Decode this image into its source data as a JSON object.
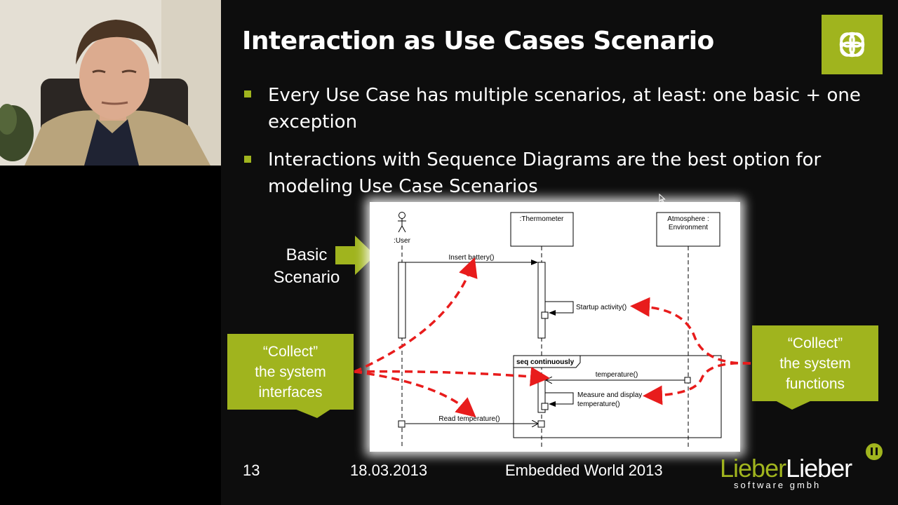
{
  "slide": {
    "title": "Interaction as Use Cases Scenario",
    "bullets": [
      "Every Use Case has multiple scenarios, at least: one basic + one exception",
      "Interactions with Sequence Diagrams are the best option for modeling Use Case Scenarios"
    ]
  },
  "diagram": {
    "lifelines": {
      "user": ":User",
      "thermometer": ":Thermometer",
      "atmosphere_line1": "Atmosphere :",
      "atmosphere_line2": "Environment"
    },
    "messages": {
      "insert_battery": "Insert  battery()",
      "startup_activity": "Startup  activity()",
      "temperature": "temperature()",
      "measure_line1": "Measure and display",
      "measure_line2": "temperature()",
      "read_temperature": "Read temperature()"
    },
    "fragment_label": "seq continuously"
  },
  "callouts": {
    "basic_line1": "Basic",
    "basic_line2": "Scenario",
    "interfaces_line1": "“Collect”",
    "interfaces_line2": "the system",
    "interfaces_line3": "interfaces",
    "functions_line1": "“Collect”",
    "functions_line2": "the system",
    "functions_line3": "functions"
  },
  "footer": {
    "page_number": "13",
    "date": "18.03.2013",
    "event": "Embedded World 2013",
    "brand_part1": "Lieber",
    "brand_part2": "Lieber",
    "brand_tagline": "software gmbh"
  },
  "colors": {
    "accent_green": "#a0b41e",
    "arrow_red": "#e81c1c"
  }
}
